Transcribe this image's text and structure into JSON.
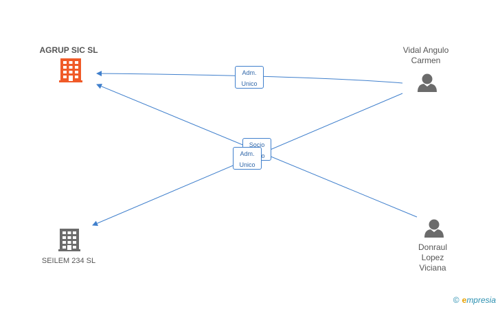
{
  "nodes": {
    "agrup": {
      "name": "AGRUP SIC SL",
      "icon": "building-icon",
      "color": "#f05a28"
    },
    "seilem": {
      "name": "SEILEM 234 SL",
      "icon": "building-icon",
      "color": "#6b6b6b"
    },
    "vidal": {
      "name_line1": "Vidal Angulo",
      "name_line2": "Carmen",
      "icon": "person-icon",
      "color": "#6b6b6b"
    },
    "donraul": {
      "name_line1": "Donraul",
      "name_line2": "Lopez",
      "name_line3": "Viciana",
      "icon": "person-icon",
      "color": "#6b6b6b"
    }
  },
  "edges": {
    "vidal_agrup": {
      "line1": "Adm.",
      "line2": "Unico"
    },
    "donraul_agrup": {
      "line1": "Socio",
      "line2": "Unico"
    },
    "vidal_seilem": {
      "line1": "Adm.",
      "line2": "Unico"
    }
  },
  "colors": {
    "edge": "#3f7fcc"
  },
  "brand": {
    "copyright": "©",
    "e": "e",
    "rest": "mpresia"
  }
}
